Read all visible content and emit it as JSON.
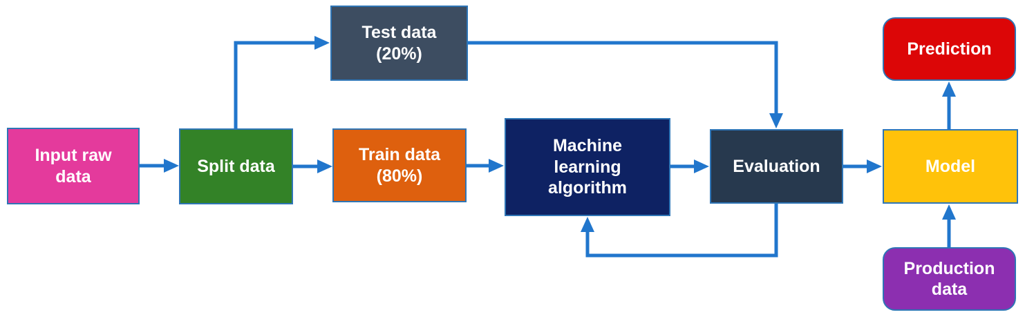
{
  "diagram": {
    "type": "flowchart",
    "background": "#FFFFFF",
    "arrow_color": "#2176CC",
    "border_color": "#2E75B6",
    "text_color": "#FFFFFF",
    "nodes": [
      {
        "id": "input_raw_data",
        "label": "Input raw\ndata",
        "color": "#E43A9C",
        "shape": "rect"
      },
      {
        "id": "split_data",
        "label": "Split data",
        "color": "#338227",
        "shape": "rect"
      },
      {
        "id": "test_data",
        "label": "Test data\n(20%)",
        "color": "#3D4D61",
        "shape": "rect"
      },
      {
        "id": "train_data",
        "label": "Train data\n(80%)",
        "color": "#DE600E",
        "shape": "rect"
      },
      {
        "id": "ml_algorithm",
        "label": "Machine\nlearning\nalgorithm",
        "color": "#0E2263",
        "shape": "rect"
      },
      {
        "id": "evaluation",
        "label": "Evaluation",
        "color": "#27394E",
        "shape": "rect"
      },
      {
        "id": "model",
        "label": "Model",
        "color": "#FFC20A",
        "shape": "rect"
      },
      {
        "id": "prediction",
        "label": "Prediction",
        "color": "#DC0607",
        "shape": "rounded"
      },
      {
        "id": "production_data",
        "label": "Production\ndata",
        "color": "#8C2FB0",
        "shape": "rounded"
      }
    ],
    "edges": [
      {
        "from": "input_raw_data",
        "to": "split_data"
      },
      {
        "from": "split_data",
        "to": "test_data"
      },
      {
        "from": "split_data",
        "to": "train_data"
      },
      {
        "from": "train_data",
        "to": "ml_algorithm"
      },
      {
        "from": "ml_algorithm",
        "to": "evaluation"
      },
      {
        "from": "test_data",
        "to": "evaluation"
      },
      {
        "from": "evaluation",
        "to": "model"
      },
      {
        "from": "evaluation",
        "to": "ml_algorithm"
      },
      {
        "from": "model",
        "to": "prediction"
      },
      {
        "from": "production_data",
        "to": "model"
      }
    ]
  }
}
